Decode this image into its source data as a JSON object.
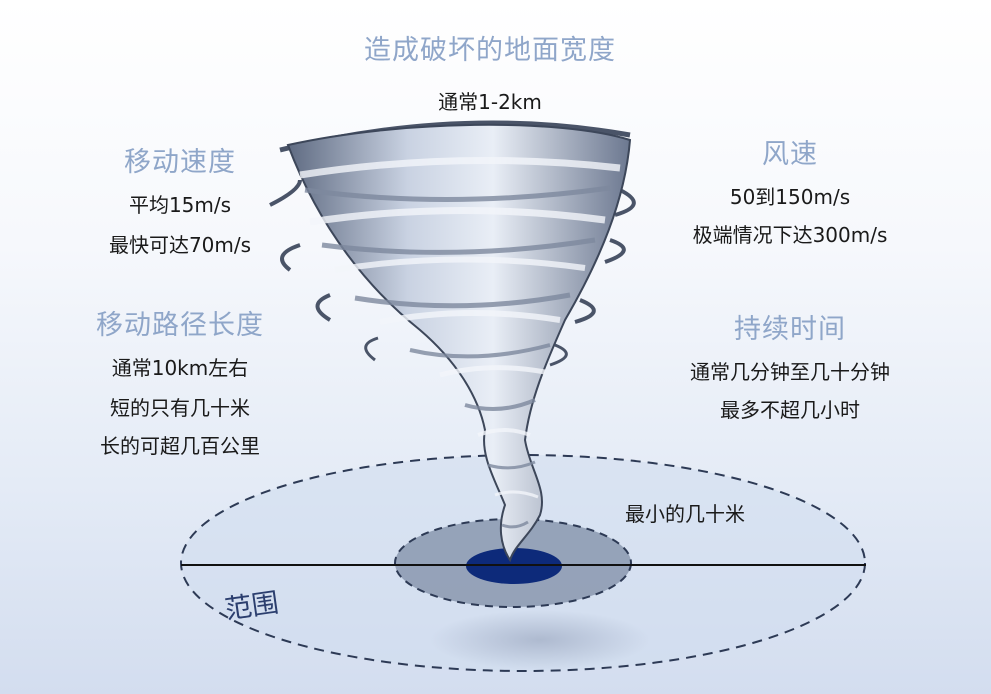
{
  "width_section": {
    "title": "造成破坏的地面宽度",
    "value": "通常1-2km"
  },
  "speed_section": {
    "title": "移动速度",
    "lines": [
      "平均15m/s",
      "最快可达70m/s"
    ]
  },
  "wind_section": {
    "title": "风速",
    "lines": [
      "50到150m/s",
      "极端情况下达300m/s"
    ]
  },
  "path_section": {
    "title": "移动路径长度",
    "lines": [
      "通常10km左右",
      "短的只有几十米",
      "长的可超几百公里"
    ]
  },
  "duration_section": {
    "title": "持续时间",
    "lines": [
      "通常几分钟至几十分钟",
      "最多不超几小时"
    ]
  },
  "min_label": "最小的几十米",
  "range_label": "范围",
  "colors": {
    "heading": "#8fa6c9",
    "core": "#0d2a7a",
    "funnel": "#9aa6bb",
    "dash": "#2d3a55"
  },
  "icons": [
    "tornado-icon"
  ]
}
